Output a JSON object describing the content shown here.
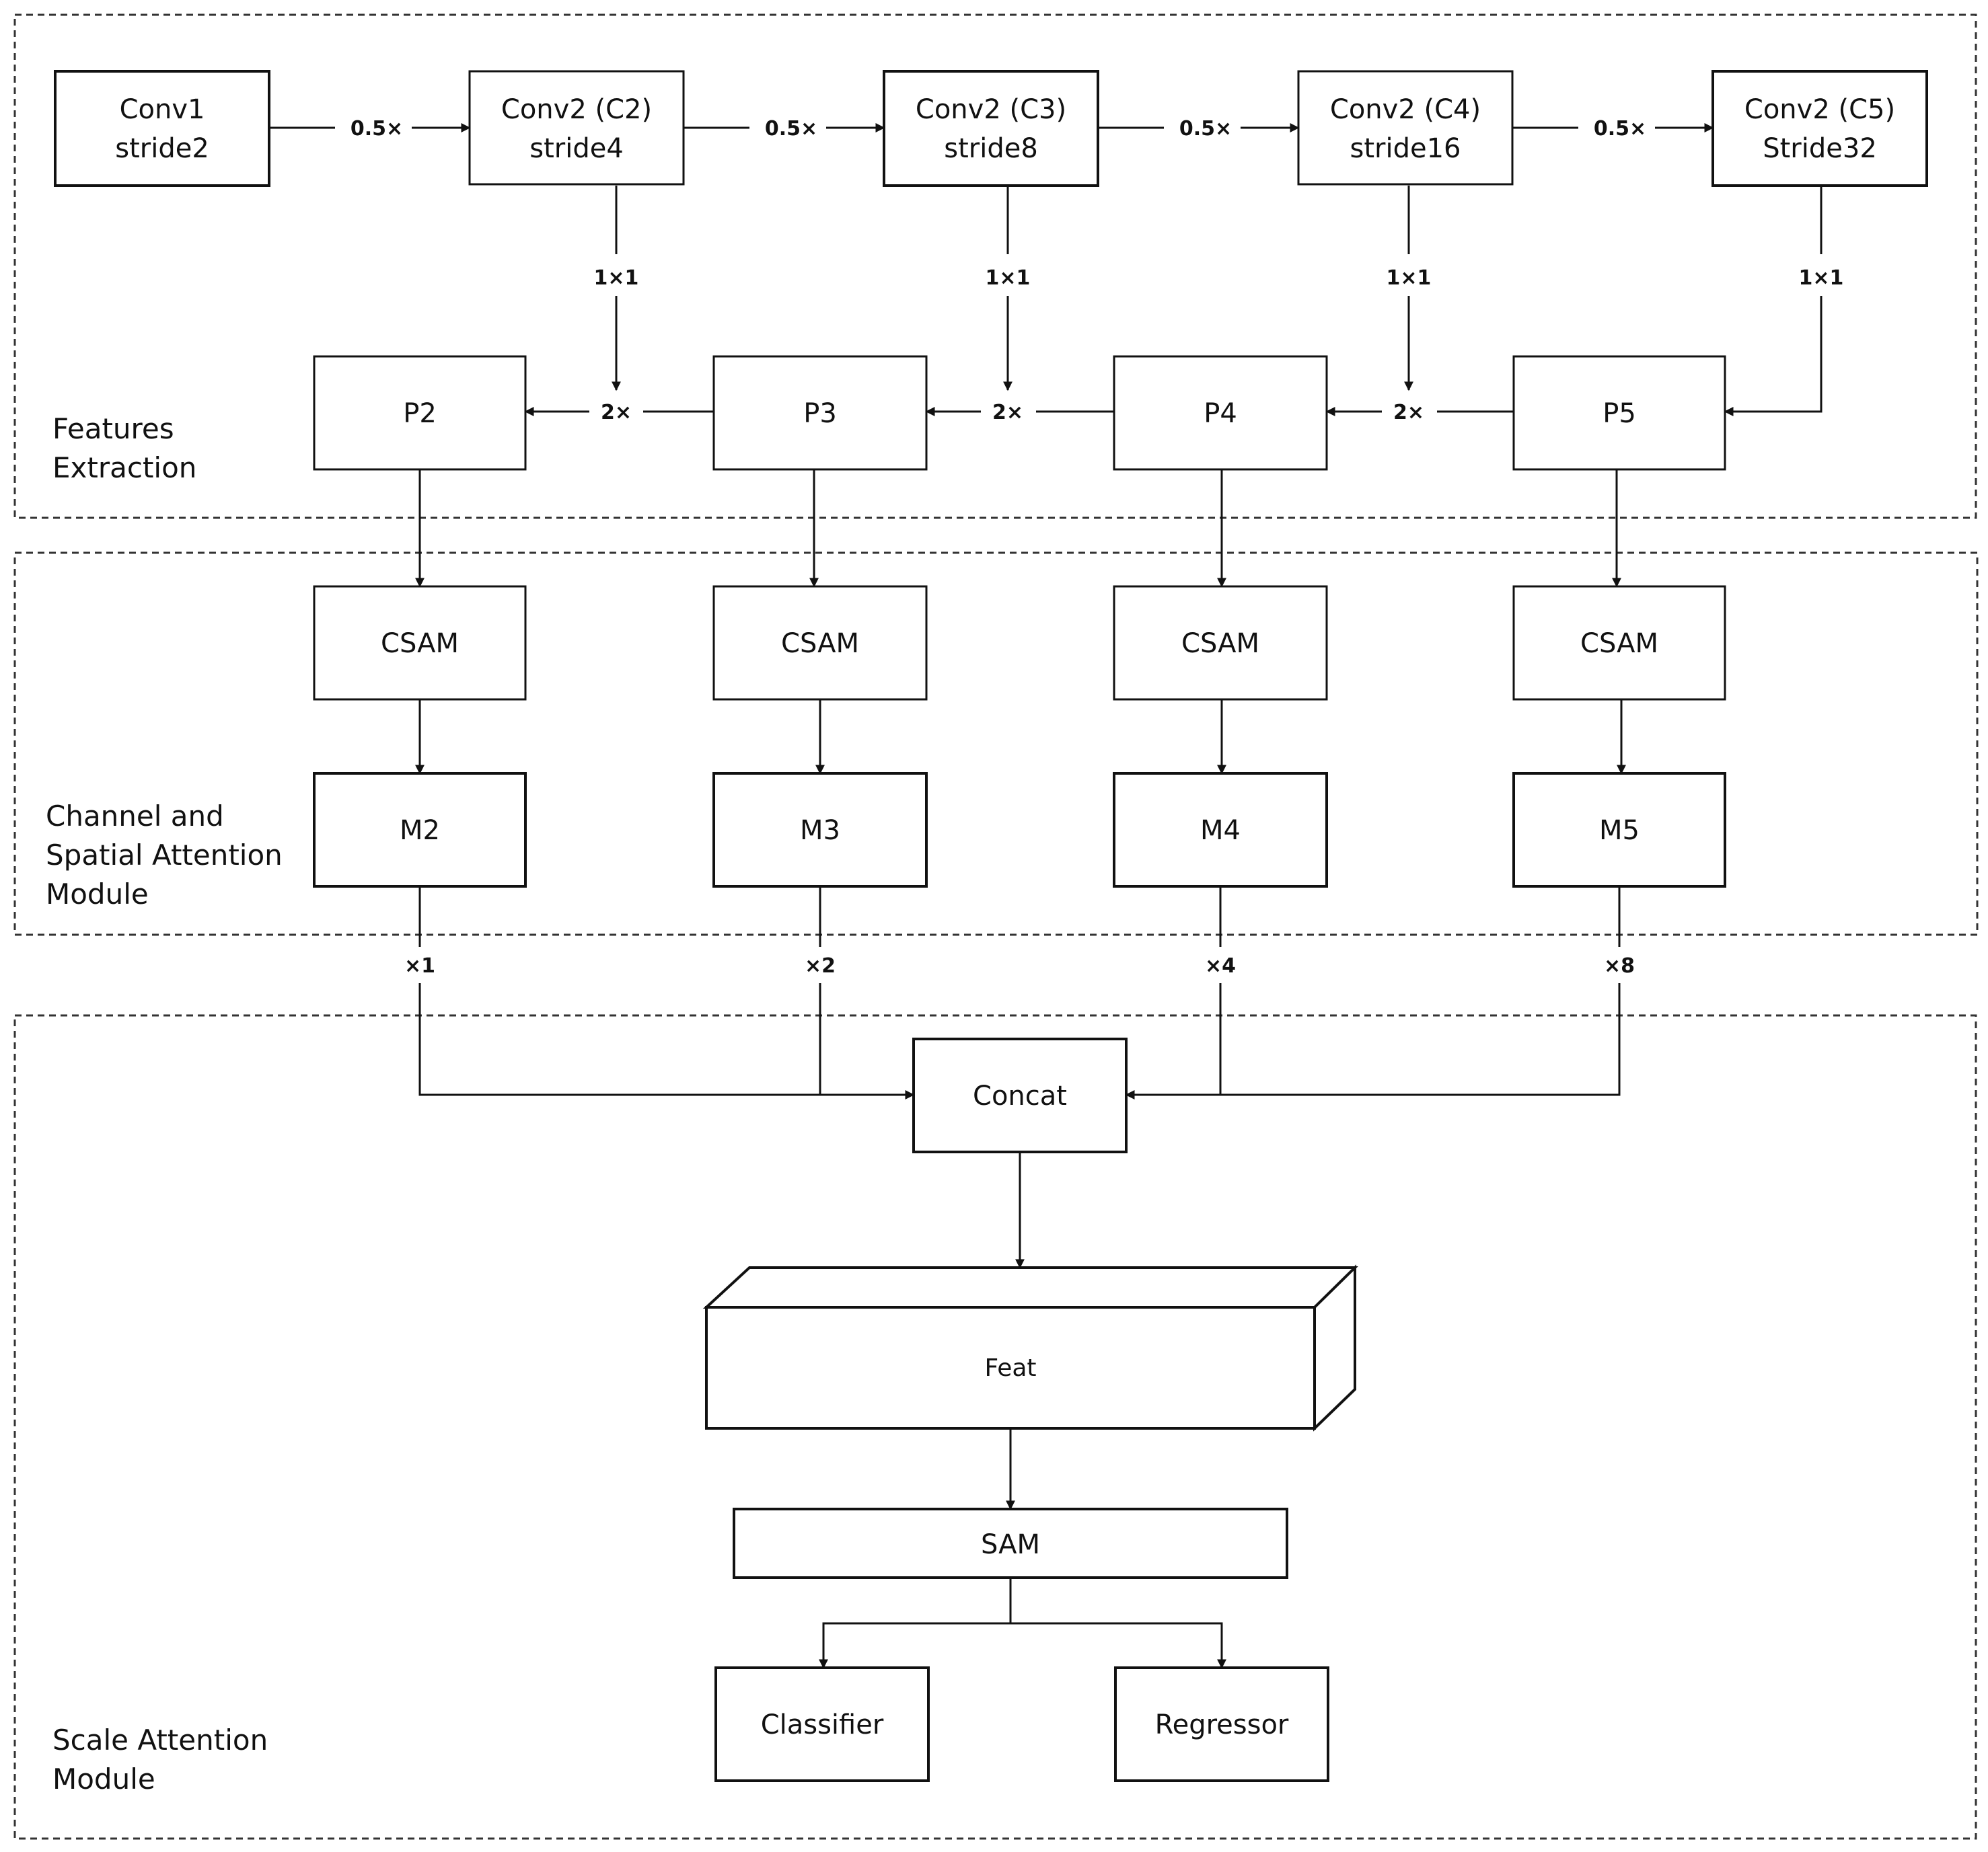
{
  "sections": {
    "features": [
      "Features",
      "Extraction"
    ],
    "attention": [
      "Channel and",
      "Spatial Attention",
      "Module"
    ],
    "scale": [
      "Scale Attention",
      "Module"
    ]
  },
  "conv_blocks": [
    {
      "line1": "Conv1",
      "line2": "stride2"
    },
    {
      "line1": "Conv2 (C2)",
      "line2": "stride4"
    },
    {
      "line1": "Conv2 (C3)",
      "line2": "stride8"
    },
    {
      "line1": "Conv2 (C4)",
      "line2": "stride16"
    },
    {
      "line1": "Conv2 (C5)",
      "line2": "Stride32"
    }
  ],
  "downsample_labels": [
    "0.5×",
    "0.5×",
    "0.5×",
    "0.5×"
  ],
  "lateral_labels": [
    "1×1",
    "1×1",
    "1×1",
    "1×1"
  ],
  "upsample_labels": [
    "2×",
    "2×",
    "2×"
  ],
  "p_blocks": [
    "P2",
    "P3",
    "P4",
    "P5"
  ],
  "csam_blocks": [
    "CSAM",
    "CSAM",
    "CSAM",
    "CSAM"
  ],
  "m_blocks": [
    "M2",
    "M3",
    "M4",
    "M5"
  ],
  "scale_labels": [
    "×1",
    "×2",
    "×4",
    "×8"
  ],
  "concat": "Concat",
  "feat": "Feat",
  "sam": "SAM",
  "heads": {
    "classifier": "Classifier",
    "regressor": "Regressor"
  },
  "colors": {
    "stroke": "#111111",
    "section_border": "#333333",
    "background": "#ffffff"
  }
}
